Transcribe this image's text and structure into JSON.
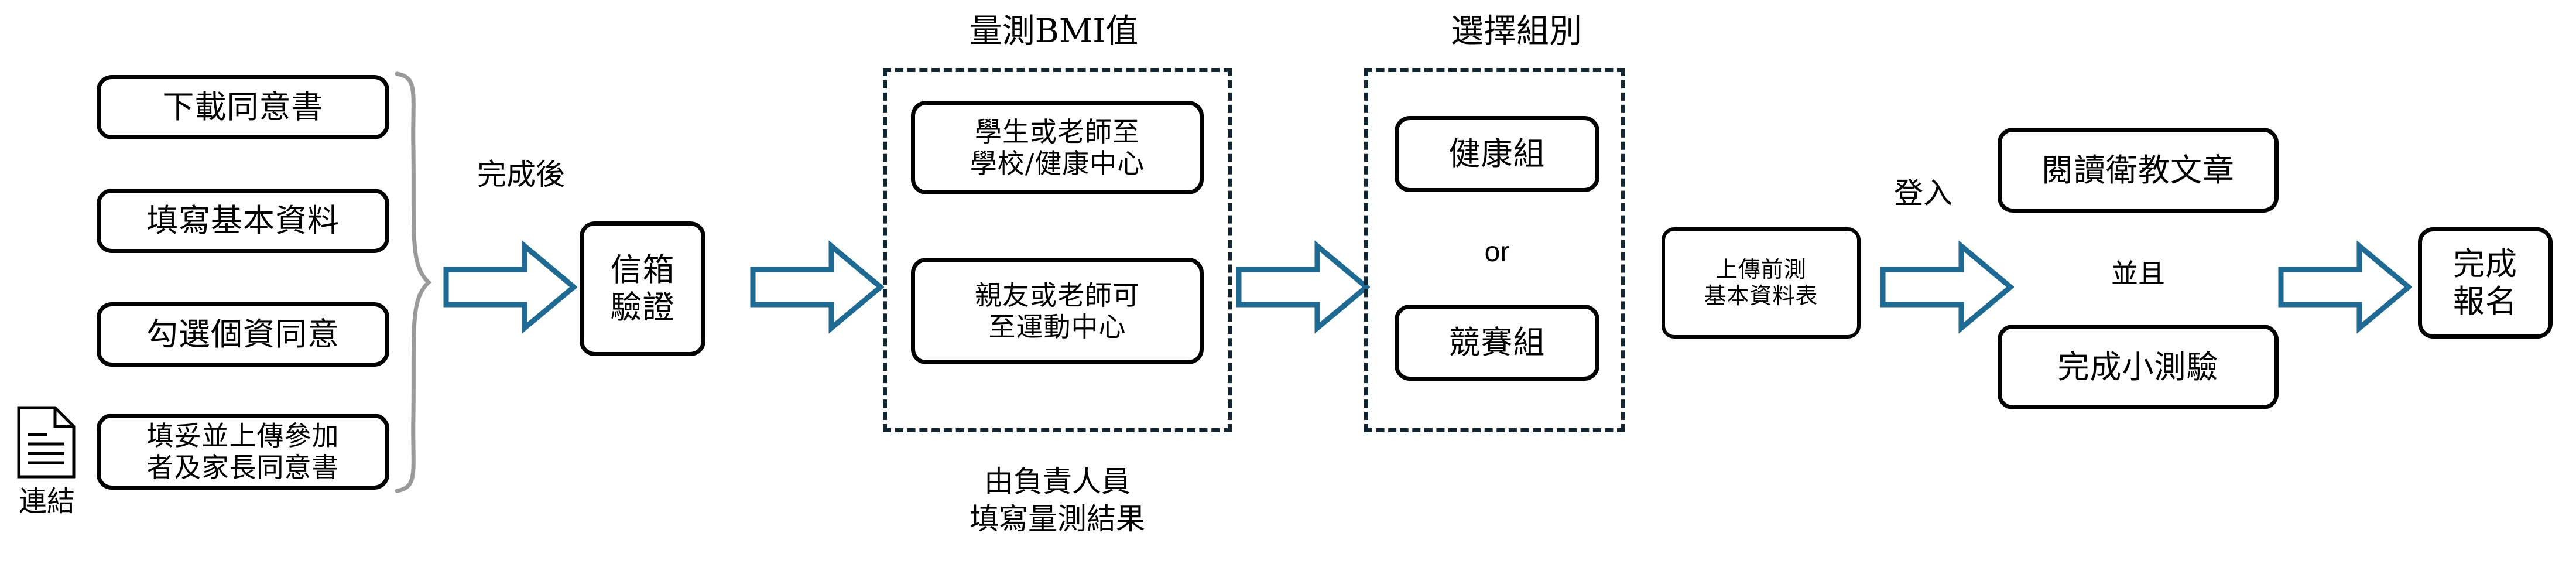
{
  "diagram": {
    "title_measure_bmi": "量測BMI值",
    "title_select_group": "選擇組別",
    "link_label": "連結",
    "link_icon": "document-icon",
    "after_complete_label": "完成後",
    "login_label": "登入",
    "or_label": "or",
    "and_also_label": "並且",
    "measure_caption": "由負責人員\n填寫量測結果"
  },
  "registration_steps": [
    {
      "id": "download-consent",
      "label": "下載同意書"
    },
    {
      "id": "fill-basic-info",
      "label": "填寫基本資料"
    },
    {
      "id": "check-privacy",
      "label": "勾選個資同意"
    },
    {
      "id": "upload-consent",
      "label": "填妥並上傳參加\n者及家長同意書"
    }
  ],
  "email_verify": {
    "id": "email-verification",
    "label": "信箱\n驗證"
  },
  "bmi_options": [
    {
      "id": "student-teacher-school",
      "label": "學生或老師至\n學校/健康中心"
    },
    {
      "id": "friend-teacher-gym",
      "label": "親友或老師可\n至運動中心"
    }
  ],
  "group_options": [
    {
      "id": "health-group",
      "label": "健康組"
    },
    {
      "id": "contest-group",
      "label": "競賽組"
    }
  ],
  "upload_pretest": {
    "id": "upload-pretest-form",
    "label": "上傳前測\n基本資料表"
  },
  "education_steps": [
    {
      "id": "read-health-article",
      "label": "閱讀衛教文章"
    },
    {
      "id": "complete-quiz",
      "label": "完成小測驗"
    }
  ],
  "finish": {
    "id": "finish-registration",
    "label": "完成\n報名"
  },
  "colors": {
    "arrow_stroke": "#1F6A93",
    "dash_border": "#13262F",
    "box_border": "#000000",
    "brace": "#9A9A9A",
    "text": "#000000",
    "background": "#FFFFFF"
  }
}
